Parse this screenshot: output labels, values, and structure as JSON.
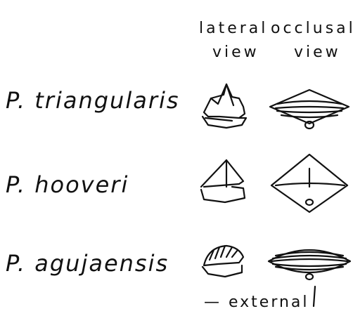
{
  "headers": {
    "lateral_line1": "lateral",
    "occlusal_line1": "occlusal",
    "lateral_line2": "view",
    "occlusal_line2": "view"
  },
  "species": [
    {
      "label": "P. triangularis"
    },
    {
      "label": "P. hooveri"
    },
    {
      "label": "P. agujaensis"
    }
  ],
  "annotation": {
    "label": "— external"
  }
}
